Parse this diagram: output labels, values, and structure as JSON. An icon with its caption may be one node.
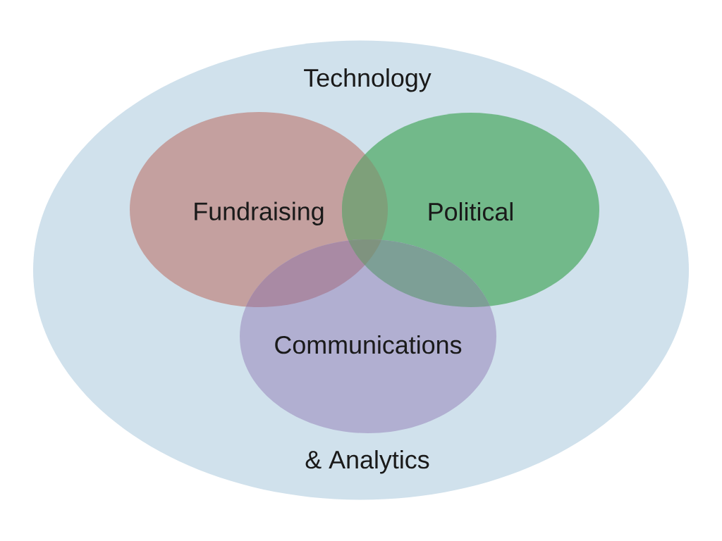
{
  "diagram": {
    "nodes": [
      {
        "text": [
          "Technology",
          "& Analytics"
        ]
      },
      {
        "text": [
          "Fundraising"
        ],
        "in": 0
      },
      {
        "text": [
          "Political"
        ],
        "in": 0
      },
      {
        "text": [
          "Communications"
        ],
        "in": 0
      }
    ]
  }
}
